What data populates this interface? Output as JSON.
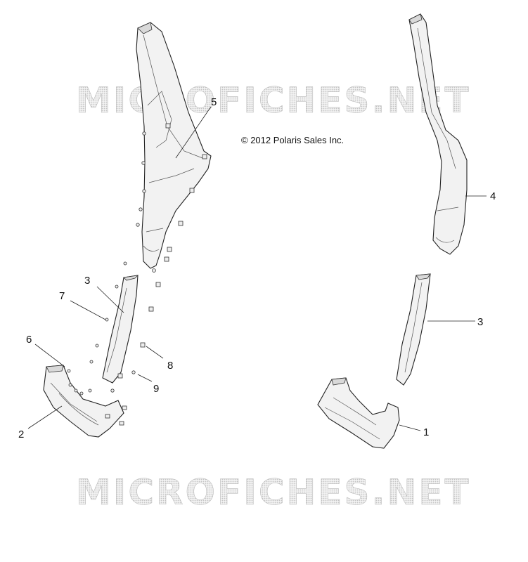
{
  "copyright": "© 2012 Polaris Sales Inc.",
  "watermark": "MICROFICHES.NET",
  "callouts": [
    {
      "id": "c5",
      "label": "5"
    },
    {
      "id": "c4",
      "label": "4"
    },
    {
      "id": "c3a",
      "label": "3"
    },
    {
      "id": "c7",
      "label": "7"
    },
    {
      "id": "c6",
      "label": "6"
    },
    {
      "id": "c8",
      "label": "8"
    },
    {
      "id": "c9",
      "label": "9"
    },
    {
      "id": "c2",
      "label": "2"
    },
    {
      "id": "c3b",
      "label": "3"
    },
    {
      "id": "c1",
      "label": "1"
    }
  ]
}
